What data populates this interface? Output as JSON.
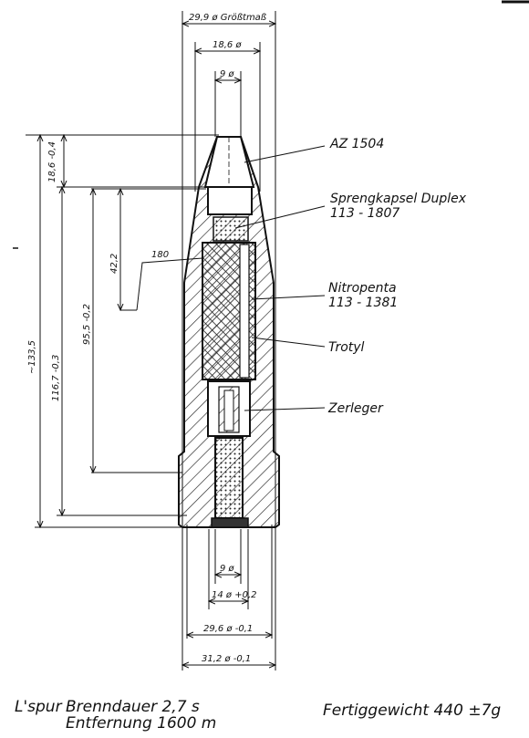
{
  "labels": {
    "fuze": "AZ 1504",
    "detonator_line1": "Sprengkapsel Duplex",
    "detonator_line2": "113 - 1807",
    "booster_line1": "Nitropenta",
    "booster_line2": "113 - 1381",
    "filler": "Trotyl",
    "destructor": "Zerleger"
  },
  "dimensions": {
    "max_diameter": "29,9 ø Größtmaß",
    "nose_diameter": "18,6 ø",
    "fuze_diameter": "9 ø",
    "nose_length": "18,6 -0,4",
    "detonator_depth": "42,2",
    "angle": "180",
    "overall_length": "~133,5",
    "body_length": "116,7 -0,3",
    "charge_length": "95,5 -0,2",
    "tracer_diameter": "9 ø",
    "tracer_housing": "14 ø +0,2",
    "band_diameter": "29,6 ø -0,1",
    "rotating_band": "31,2 ø -0,1"
  },
  "footer": {
    "tracer_label": "L'spur",
    "burn_time": "Brenndauer  2,7 s",
    "distance": "Entfernung  1600 m",
    "weight": "Fertiggewicht 440 ±7g"
  }
}
